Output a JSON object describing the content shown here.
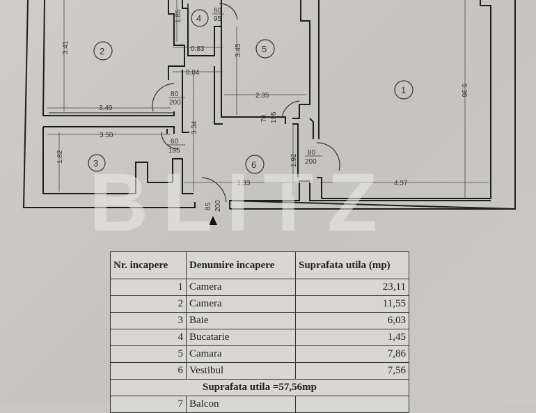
{
  "plan": {
    "rooms": [
      {
        "nr": "1",
        "label": "1"
      },
      {
        "nr": "2",
        "label": "2"
      },
      {
        "nr": "3",
        "label": "3"
      },
      {
        "nr": "4",
        "label": "4"
      },
      {
        "nr": "5",
        "label": "5"
      },
      {
        "nr": "6",
        "label": "6"
      }
    ],
    "dimensions": {
      "d341": "3.41",
      "d349": "3.49",
      "d350": "3.50",
      "d182": "1.82",
      "d185": "1.85",
      "d083": "0.83",
      "d084": "0.84",
      "d345": "3.45",
      "d235": "2.35",
      "d334": "3.34",
      "d333": "3.33",
      "d192": "1.92",
      "d437": "4.37",
      "d536": "5.36"
    },
    "doors": {
      "door_6095": {
        "w": "60",
        "h": "95"
      },
      "door_80200_a": {
        "w": "80",
        "h": "200"
      },
      "door_70195": {
        "w": "70",
        "h": "195"
      },
      "door_60195": {
        "w": "60",
        "h": "195"
      },
      "door_80200_b": {
        "w": "80",
        "h": "200"
      },
      "door_85200": {
        "w": "85",
        "h": "200"
      }
    },
    "watermark": "BLITZ"
  },
  "table": {
    "headers": {
      "nr": "Nr. incapere",
      "name": "Denumire incapere",
      "area": "Suprafata utila (mp)"
    },
    "rows": [
      {
        "nr": "1",
        "name": "Camera",
        "area": "23,11"
      },
      {
        "nr": "2",
        "name": "Camera",
        "area": "11,55"
      },
      {
        "nr": "3",
        "name": "Baie",
        "area": "6,03"
      },
      {
        "nr": "4",
        "name": "Bucatarie",
        "area": "1,45"
      },
      {
        "nr": "5",
        "name": "Camara",
        "area": "7,86"
      },
      {
        "nr": "6",
        "name": "Vestibul",
        "area": "7,56"
      }
    ],
    "total": "Suprafata utila =57,56mp",
    "extra_rows": [
      {
        "nr": "7",
        "name": "Balcon",
        "area": ""
      }
    ]
  }
}
